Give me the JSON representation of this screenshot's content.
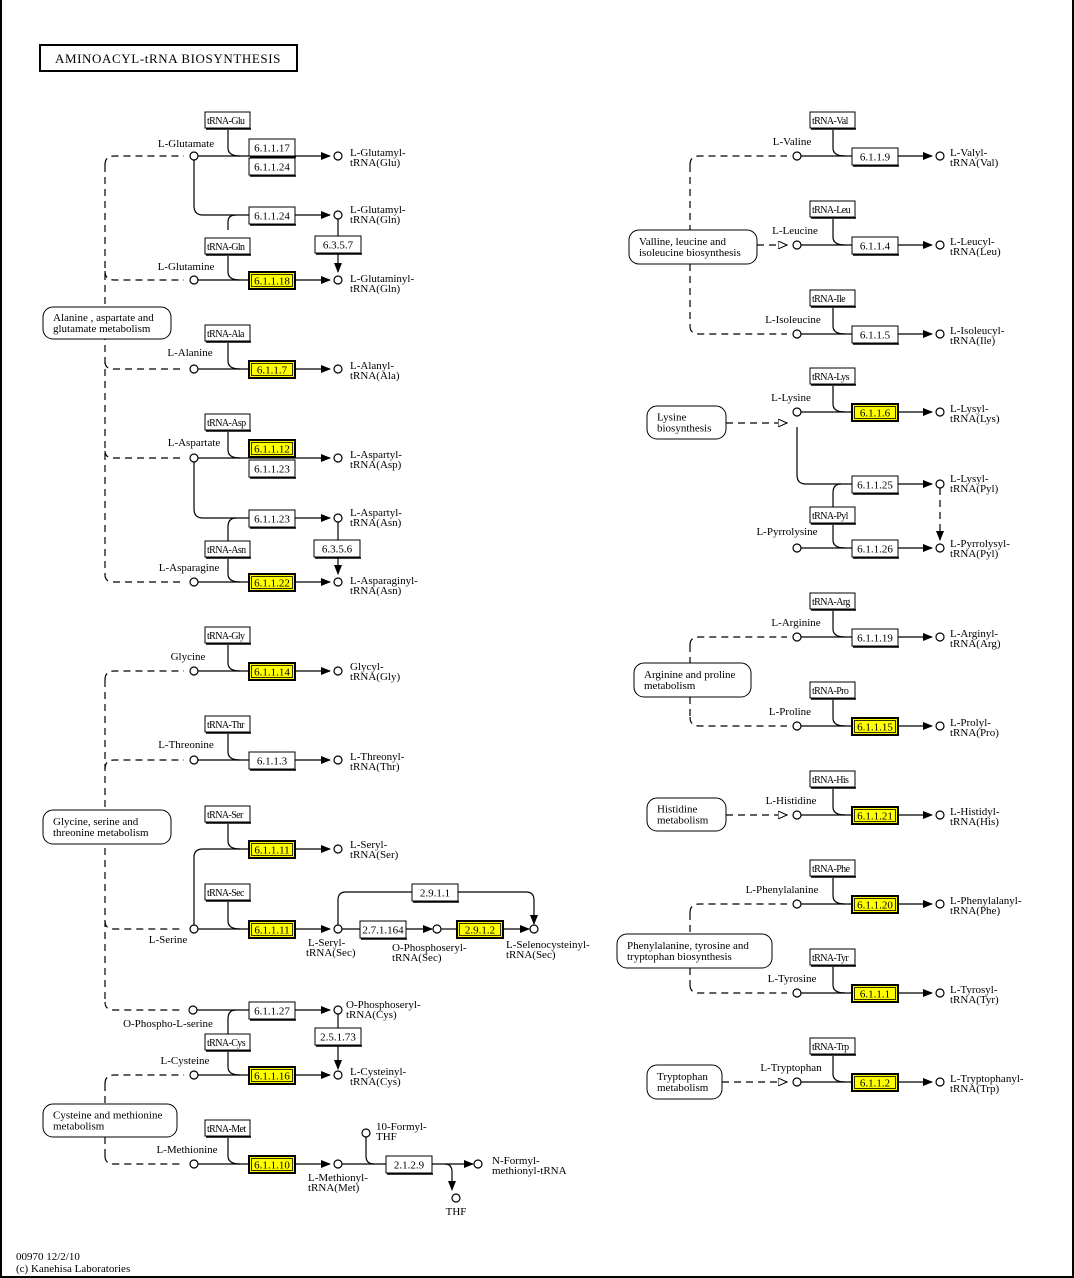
{
  "title": "AMINOACYL-tRNA BIOSYNTHESIS",
  "footer": {
    "line1": "00970 12/2/10",
    "line2": "(c) Kanehisa Laboratories"
  },
  "colors": {
    "highlight": "#ffff00",
    "line": "#000000",
    "background": "#ffffff"
  },
  "maps": [
    {
      "id": "ala-asp-glu",
      "line1": "Alanine , aspartate and",
      "line2": "glutamate metabolism"
    },
    {
      "id": "gly-ser-thr",
      "line1": "Glycine, serine and",
      "line2": "threonine metabolism"
    },
    {
      "id": "cys-met",
      "line1": "Cysteine and methionine",
      "line2": "metabolism"
    },
    {
      "id": "val-leu-ile",
      "line1": "Valline, leucine and",
      "line2": "isoleucine biosynthesis"
    },
    {
      "id": "lys",
      "line1": "Lysine",
      "line2": "biosynthesis"
    },
    {
      "id": "arg-pro",
      "line1": "Arginine and proline",
      "line2": "metabolism"
    },
    {
      "id": "his",
      "line1": "Histidine",
      "line2": "metabolism"
    },
    {
      "id": "phe-tyr-trp",
      "line1": "Phenylalanine, tyrosine and",
      "line2": "tryptophan biosynthesis"
    },
    {
      "id": "trp",
      "line1": "Tryptophan",
      "line2": "metabolism"
    }
  ],
  "trnas": [
    "tRNA-Glu",
    "tRNA-Gln",
    "tRNA-Ala",
    "tRNA-Asp",
    "tRNA-Asn",
    "tRNA-Gly",
    "tRNA-Thr",
    "tRNA-Ser",
    "tRNA-Sec",
    "tRNA-Cys",
    "tRNA-Met",
    "tRNA-Val",
    "tRNA-Leu",
    "tRNA-Ile",
    "tRNA-Lys",
    "tRNA-Pyl",
    "tRNA-Arg",
    "tRNA-Pro",
    "tRNA-His",
    "tRNA-Phe",
    "tRNA-Tyr",
    "tRNA-Trp"
  ],
  "enzymes": [
    {
      "ec": "6.1.1.17",
      "highlighted": false
    },
    {
      "ec": "6.1.1.24",
      "highlighted": false
    },
    {
      "ec": "6.1.1.24",
      "highlighted": false
    },
    {
      "ec": "6.3.5.7",
      "highlighted": false
    },
    {
      "ec": "6.1.1.18",
      "highlighted": true
    },
    {
      "ec": "6.1.1.7",
      "highlighted": true
    },
    {
      "ec": "6.1.1.12",
      "highlighted": true
    },
    {
      "ec": "6.1.1.23",
      "highlighted": false
    },
    {
      "ec": "6.1.1.23",
      "highlighted": false
    },
    {
      "ec": "6.3.5.6",
      "highlighted": false
    },
    {
      "ec": "6.1.1.22",
      "highlighted": true
    },
    {
      "ec": "6.1.1.14",
      "highlighted": true
    },
    {
      "ec": "6.1.1.3",
      "highlighted": false
    },
    {
      "ec": "6.1.1.11",
      "highlighted": true
    },
    {
      "ec": "6.1.1.11",
      "highlighted": true
    },
    {
      "ec": "2.9.1.1",
      "highlighted": false
    },
    {
      "ec": "2.7.1.164",
      "highlighted": false
    },
    {
      "ec": "2.9.1.2",
      "highlighted": true
    },
    {
      "ec": "6.1.1.27",
      "highlighted": false
    },
    {
      "ec": "2.5.1.73",
      "highlighted": false
    },
    {
      "ec": "6.1.1.16",
      "highlighted": true
    },
    {
      "ec": "6.1.1.10",
      "highlighted": true
    },
    {
      "ec": "2.1.2.9",
      "highlighted": false
    },
    {
      "ec": "6.1.1.9",
      "highlighted": false
    },
    {
      "ec": "6.1.1.4",
      "highlighted": false
    },
    {
      "ec": "6.1.1.5",
      "highlighted": false
    },
    {
      "ec": "6.1.1.6",
      "highlighted": true
    },
    {
      "ec": "6.1.1.25",
      "highlighted": false
    },
    {
      "ec": "6.1.1.26",
      "highlighted": false
    },
    {
      "ec": "6.1.1.19",
      "highlighted": false
    },
    {
      "ec": "6.1.1.15",
      "highlighted": true
    },
    {
      "ec": "6.1.1.21",
      "highlighted": true
    },
    {
      "ec": "6.1.1.20",
      "highlighted": true
    },
    {
      "ec": "6.1.1.1",
      "highlighted": true
    },
    {
      "ec": "6.1.1.2",
      "highlighted": true
    }
  ],
  "compounds": {
    "substrates": [
      "L-Glutamate",
      "L-Glutamine",
      "L-Alanine",
      "L-Aspartate",
      "L-Asparagine",
      "Glycine",
      "L-Threonine",
      "L-Serine",
      "O-Phospho-L-serine",
      "L-Cysteine",
      "L-Methionine",
      "L-Valine",
      "L-Leucine",
      "L-Isoleucine",
      "L-Lysine",
      "L-Pyrrolysine",
      "L-Arginine",
      "L-Proline",
      "L-Histidine",
      "L-Phenylalanine",
      "L-Tyrosine",
      "L-Tryptophan"
    ],
    "products": [
      [
        "L-Glutamyl-",
        "tRNA(Glu)"
      ],
      [
        "L-Glutamyl-",
        "tRNA(Gln)"
      ],
      [
        "L-Glutaminyl-",
        "tRNA(Gln)"
      ],
      [
        "L-Alanyl-",
        "tRNA(Ala)"
      ],
      [
        "L-Aspartyl-",
        "tRNA(Asp)"
      ],
      [
        "L-Aspartyl-",
        "tRNA(Asn)"
      ],
      [
        "L-Asparaginyl-",
        "tRNA(Asn)"
      ],
      [
        "Glycyl-",
        "tRNA(Gly)"
      ],
      [
        "L-Threonyl-",
        "tRNA(Thr)"
      ],
      [
        "L-Seryl-",
        "tRNA(Ser)"
      ],
      [
        "L-Seryl-",
        "tRNA(Sec)"
      ],
      [
        "O-Phosphoseryl-",
        "tRNA(Sec)"
      ],
      [
        "L-Selenocysteinyl-",
        "tRNA(Sec)"
      ],
      [
        "O-Phosphoseryl-",
        "tRNA(Cys)"
      ],
      [
        "L-Cysteinyl-",
        "tRNA(Cys)"
      ],
      [
        "L-Methionyl-",
        "tRNA(Met)"
      ],
      [
        "10-Formyl-",
        "THF"
      ],
      [
        "N-Formyl-",
        "methionyl-tRNA"
      ],
      [
        "THF",
        ""
      ],
      [
        "L-Valyl-",
        "tRNA(Val)"
      ],
      [
        "L-Leucyl-",
        "tRNA(Leu)"
      ],
      [
        "L-Isoleucyl-",
        "tRNA(Ile)"
      ],
      [
        "L-Lysyl-",
        "tRNA(Lys)"
      ],
      [
        "L-Lysyl-",
        "tRNA(Pyl)"
      ],
      [
        "L-Pyrrolysyl-",
        "tRNA(Pyl)"
      ],
      [
        "L-Arginyl-",
        "tRNA(Arg)"
      ],
      [
        "L-Prolyl-",
        "tRNA(Pro)"
      ],
      [
        "L-Histidyl-",
        "tRNA(His)"
      ],
      [
        "L-Phenylalanyl-",
        "tRNA(Phe)"
      ],
      [
        "L-Tyrosyl-",
        "tRNA(Tyr)"
      ],
      [
        "L-Tryptophanyl-",
        "tRNA(Trp)"
      ]
    ]
  }
}
